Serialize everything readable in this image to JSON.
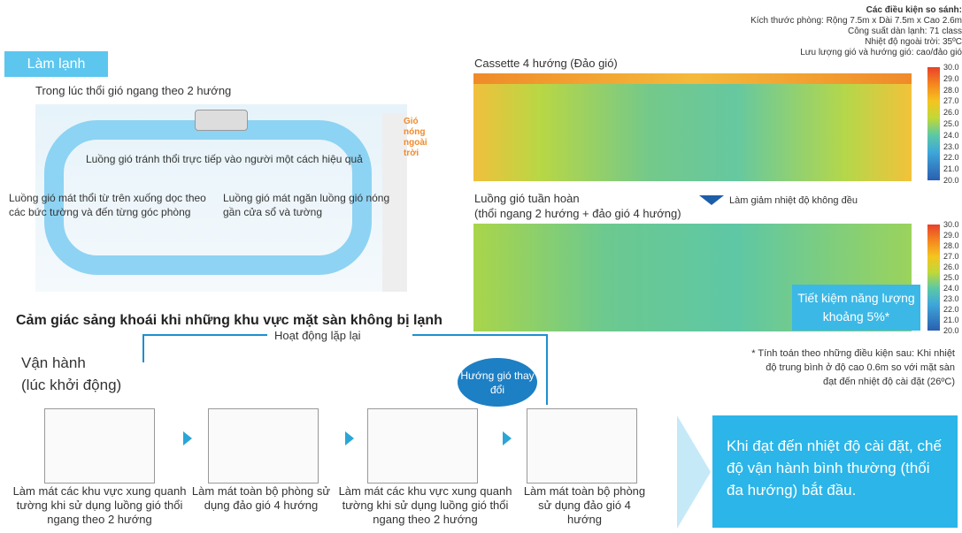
{
  "cooling_badge": "Làm lạnh",
  "left": {
    "subtitle": "Trong lúc thổi gió ngang theo 2 hướng",
    "note_top": "Luồng gió tránh thổi trực tiếp vào người một cách hiệu quả",
    "note_left": "Luồng gió mát thổi từ trên xuống dọc theo các bức tường và đến từng góc phòng",
    "note_right": "Luồng gió mát ngăn luồng gió nóng gần cửa sổ và tường",
    "hot_label": "Gió nóng ngoài trời",
    "headline": "Cảm giác sảng khoái khi những khu vực mặt sàn không bị lạnh"
  },
  "conditions": {
    "title": "Các điều kiện so sánh:",
    "lines": [
      "Kích thước phòng: Rộng 7.5m x Dài 7.5m x Cao 2.6m",
      "Công suất dàn lạnh: 71 class",
      "Nhiệt độ ngoài trời: 35ºC",
      "Lưu lượng gió và hướng gió: cao/đảo gió"
    ]
  },
  "heatmap1": {
    "title": "Cassette 4 hướng (Đảo gió)"
  },
  "heatmap2": {
    "title1": "Luồng gió tuần hoàn",
    "title2": "(thổi ngang 2 hướng + đảo gió 4 hướng)"
  },
  "uneven": "Làm giảm nhiệt độ không đều",
  "scale": [
    "30.0",
    "29.0",
    "28.0",
    "27.0",
    "26.0",
    "25.0",
    "24.0",
    "23.0",
    "22.0",
    "21.0",
    "20.0"
  ],
  "saving": {
    "line1": "Tiết kiệm năng lượng",
    "line2": "khoảng 5%*"
  },
  "footnote": "* Tính toán theo những điều kiện sau: Khi nhiệt độ trung bình ở độ cao 0.6m so với mặt sàn đạt đến nhiệt độ cài đặt (26ºC)",
  "operation": {
    "line1": "Vận hành",
    "line2": "(lúc khởi động)",
    "repeat": "Hoạt động lặp lại",
    "bubble": "Hướng gió thay đổi",
    "steps": [
      "Làm mát các khu vực xung quanh tường khi sử dụng luồng gió thổi ngang theo 2 hướng",
      "Làm mát toàn bộ phòng sử dụng đảo gió 4 hướng",
      "Làm mát các khu vực xung quanh tường khi sử dụng luồng gió thổi ngang theo 2 hướng",
      "Làm mát toàn bộ phòng sử dụng đảo gió 4 hướng"
    ],
    "final": "Khi đạt đến nhiệt độ cài đặt, chế độ vận hành bình thường (thổi đa hướng) bắt đầu."
  },
  "colors": {
    "accent": "#2bb5e8",
    "badge": "#5cc6ef",
    "arrow": "#1d7fc4",
    "hot": "#f08a2a"
  }
}
